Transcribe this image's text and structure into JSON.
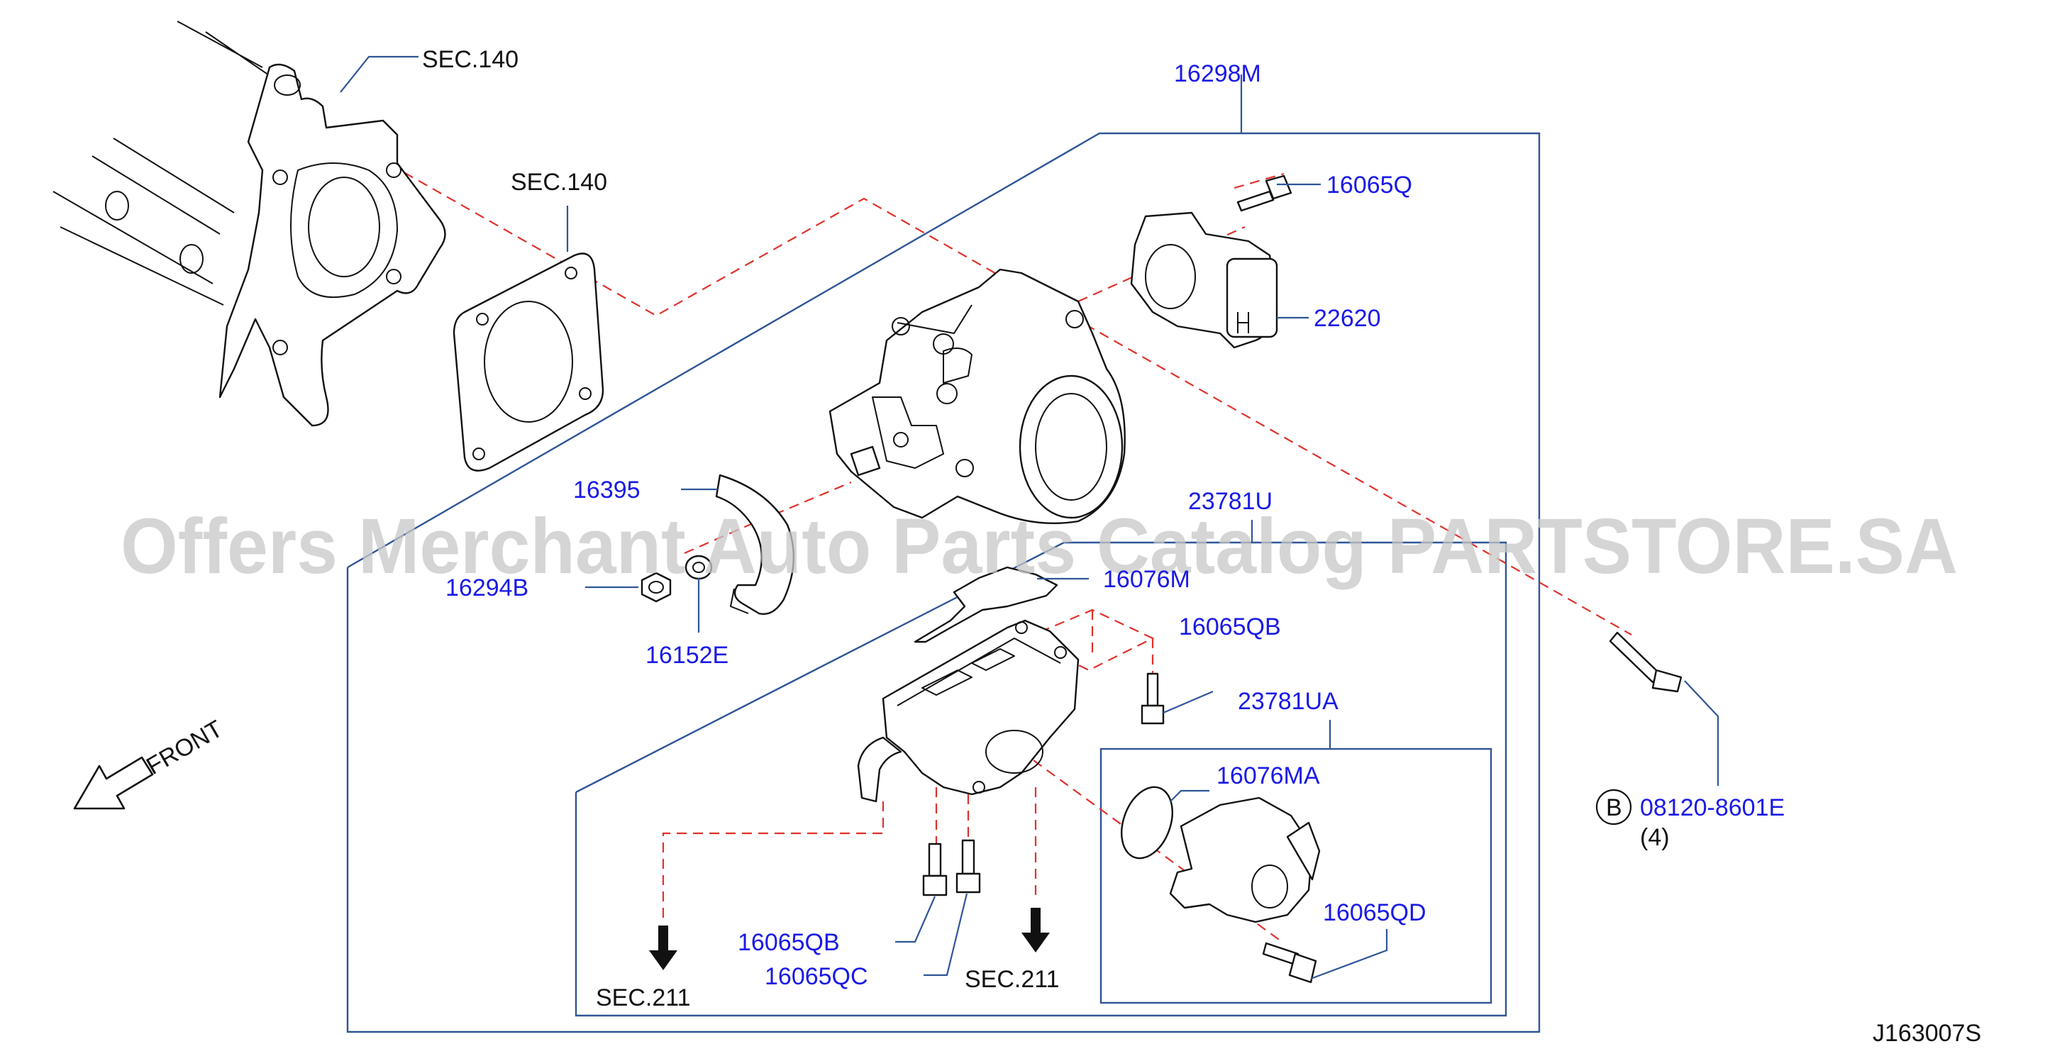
{
  "diagram": {
    "watermark": "Offers Merchant Auto Parts Catalog PARTSTORE.SA",
    "diagram_code": "J163007S",
    "front_label": "FRONT",
    "ref_marker": "B",
    "ref_qty": "(4)",
    "colors": {
      "part_number": "#1a1ae6",
      "section_ref": "#111111",
      "leader": "#2f5597",
      "centerline": "#e0312b"
    },
    "labels": {
      "sec140_top": "SEC.140",
      "sec140_mid": "SEC.140",
      "p16298M": "16298M",
      "p16065Q": "16065Q",
      "p22620": "22620",
      "p16395": "16395",
      "p16294B": "16294B",
      "p16152E": "16152E",
      "p23781U": "23781U",
      "p16076M": "16076M",
      "p16065QB_right": "16065QB",
      "p23781UA": "23781UA",
      "p16076MA": "16076MA",
      "p16065QD": "16065QD",
      "p08120": "08120-8601E",
      "p16065QB_bottom": "16065QB",
      "p16065QC": "16065QC",
      "sec211_left": "SEC.211",
      "sec211_right": "SEC.211"
    }
  }
}
